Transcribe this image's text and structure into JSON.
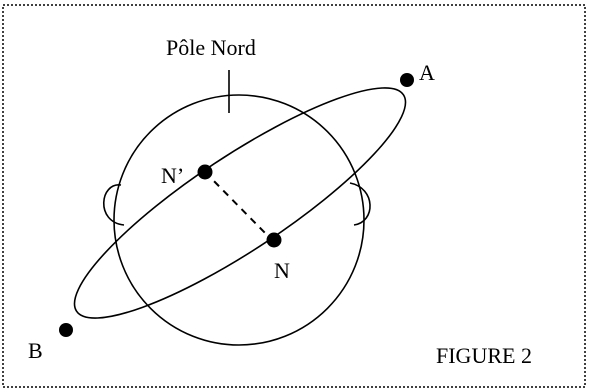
{
  "figure": {
    "north_pole_label": "Pôle Nord",
    "point_a_label": "A",
    "point_b_label": "B",
    "point_n_label": "N",
    "point_n_prime_label": "N’",
    "caption": "FIGURE 2"
  },
  "colors": {
    "ink": "#000000",
    "background": "#ffffff"
  }
}
